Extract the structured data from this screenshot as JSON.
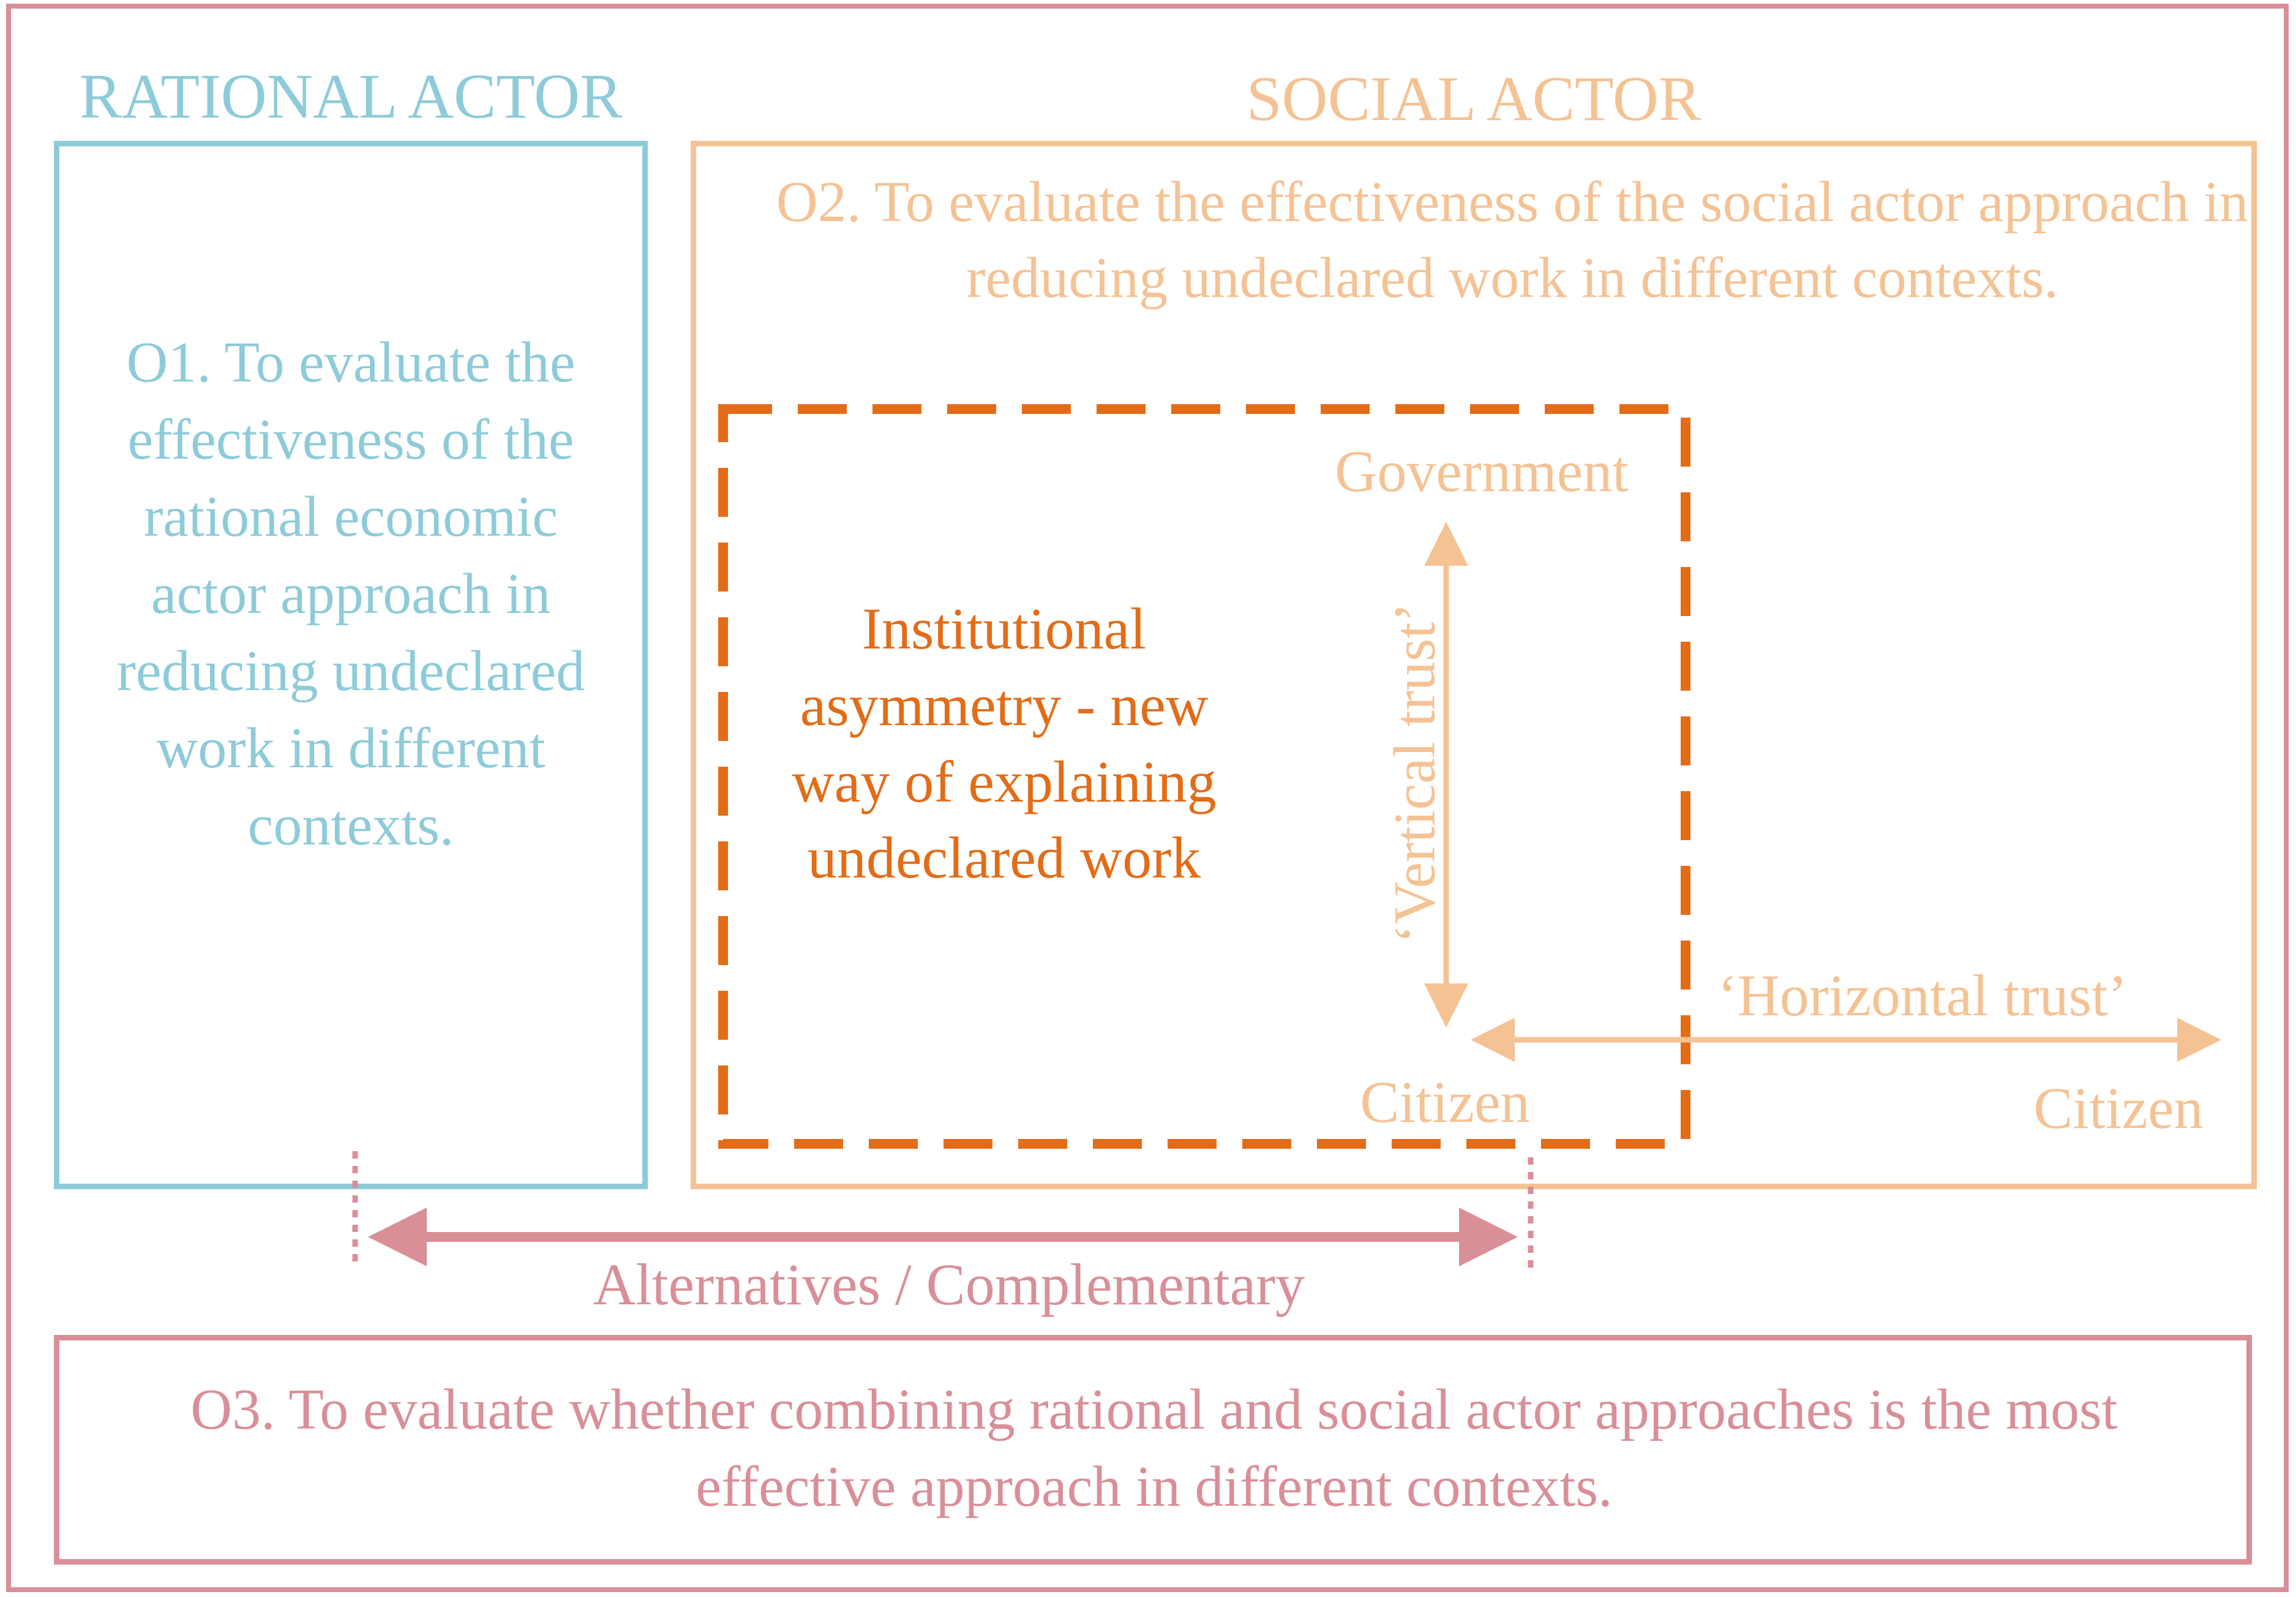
{
  "colors": {
    "rational": "#8ecbd9",
    "social": "#f5c294",
    "institutional": "#e36c17",
    "combined": "#d98f98"
  },
  "rational_actor": {
    "title": "RATIONAL ACTOR",
    "objective": "O1. To evaluate the effectiveness of the rational economic actor approach in reducing undeclared work in different contexts."
  },
  "social_actor": {
    "title": "SOCIAL ACTOR",
    "objective": "O2. To evaluate the effectiveness of the social actor approach in reducing undeclared work in different contexts."
  },
  "institutional": {
    "text": "Institutional asymmetry - new way of explaining undeclared work"
  },
  "trust": {
    "government": "Government",
    "citizen_vertical": "Citizen",
    "citizen_horizontal": "Citizen",
    "vertical_label": "‘Vertical trust’",
    "horizontal_label": "‘Horizontal trust’"
  },
  "link": {
    "label": "Alternatives / Complementary"
  },
  "combined": {
    "objective": "O3. To evaluate whether combining rational and social actor approaches is the most effective approach in different contexts."
  }
}
